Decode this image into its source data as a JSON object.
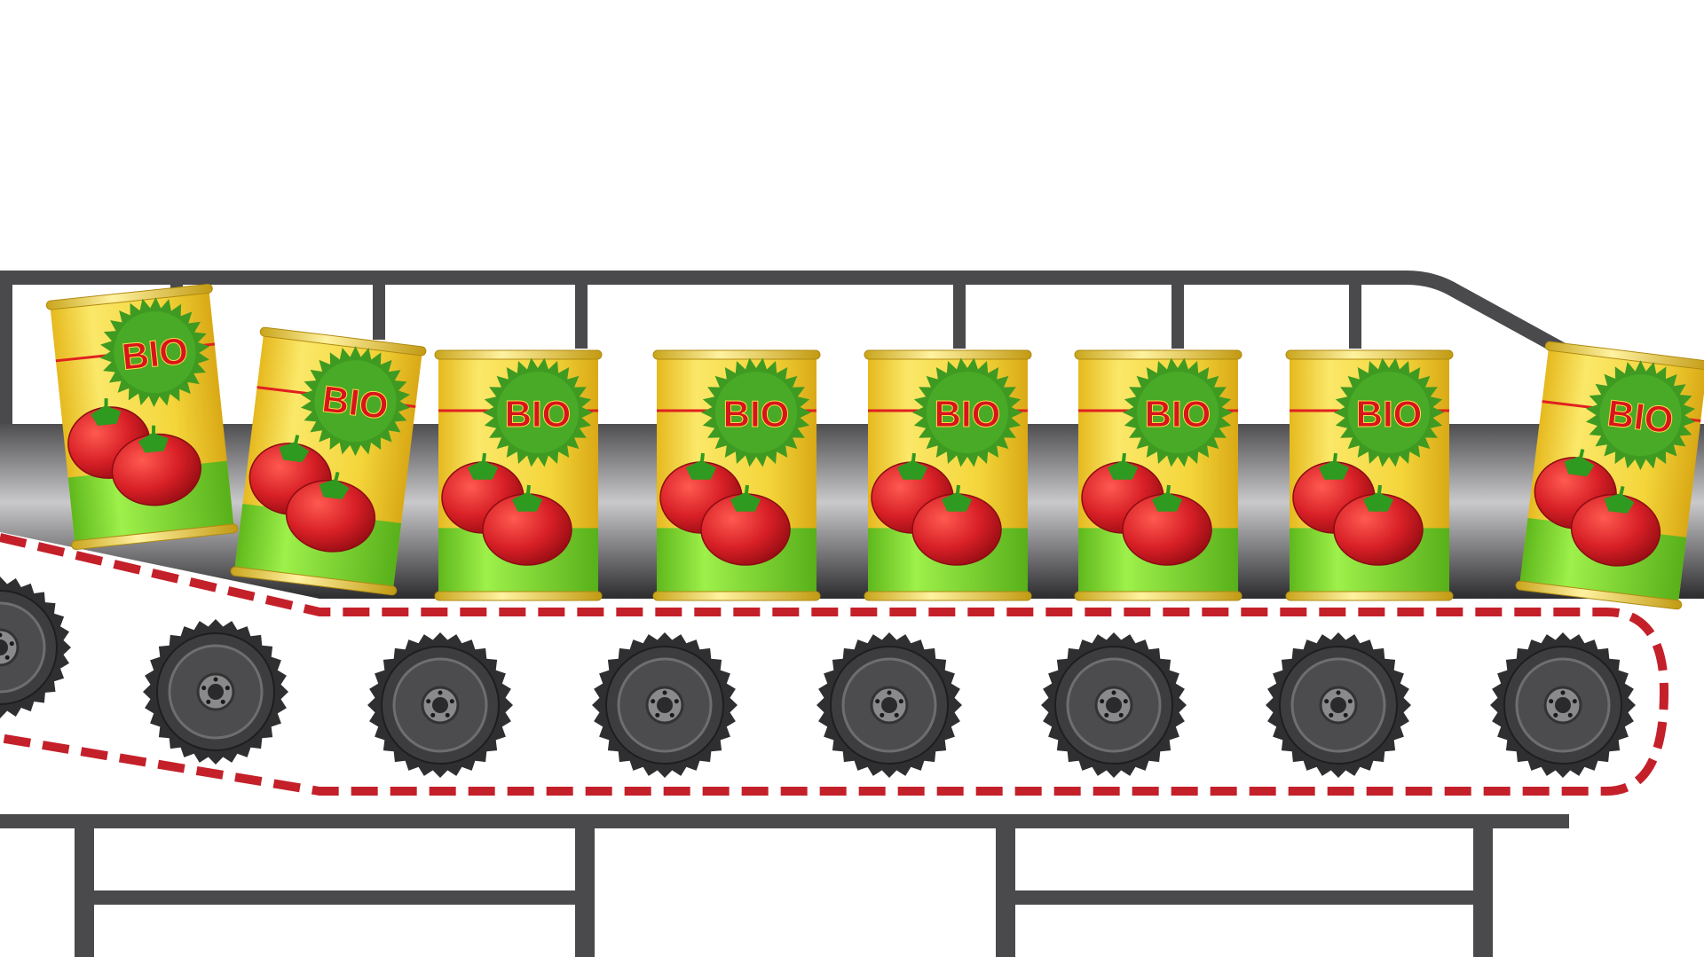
{
  "scene": {
    "description_label": "",
    "can_label": "BIO",
    "can_count": 8,
    "wheel_count": 8
  },
  "colors": {
    "rail": "#4a4a4c",
    "belt_dash": "#c4202a",
    "can_yellow": "#f4d53a",
    "can_green": "#7fd62a",
    "burst_green": "#3f9a22",
    "tomato": "#d71f26",
    "bio_text": "#d8141c",
    "wheel": "#2f2f31"
  }
}
